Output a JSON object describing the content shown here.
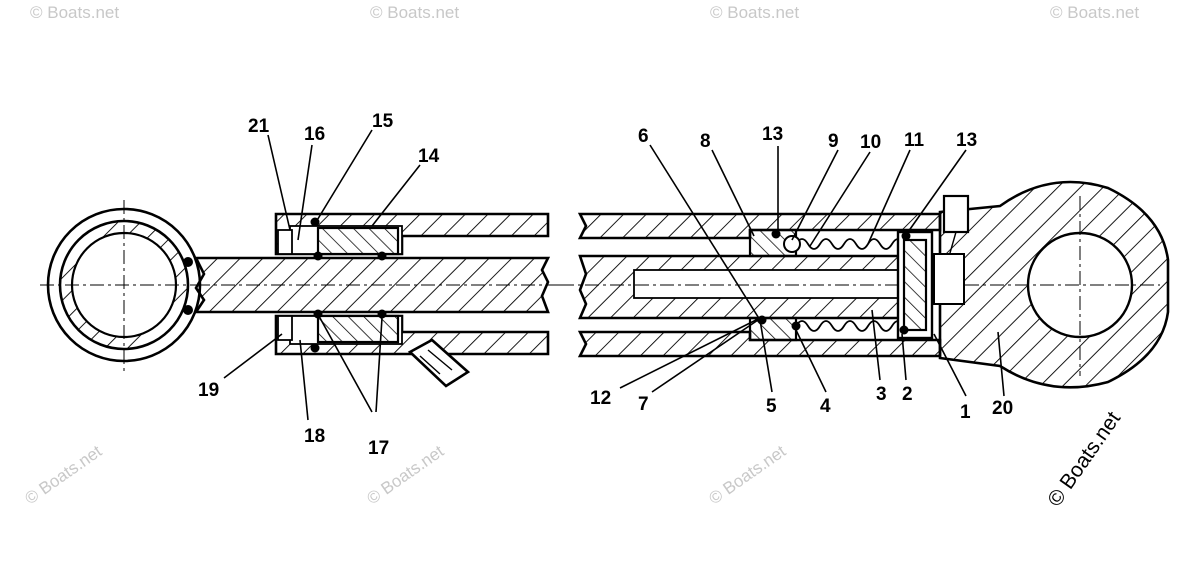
{
  "callouts": {
    "c1": "1",
    "c2": "2",
    "c3": "3",
    "c4": "4",
    "c5": "5",
    "c6": "6",
    "c7": "7",
    "c8": "8",
    "c9": "9",
    "c10": "10",
    "c11": "11",
    "c12": "12",
    "c13a": "13",
    "c13b": "13",
    "c14": "14",
    "c15": "15",
    "c16": "16",
    "c17": "17",
    "c18": "18",
    "c19": "19",
    "c20": "20",
    "c21": "21"
  },
  "watermark": {
    "text": "© Boats.net",
    "copyright": "© Boats.net"
  }
}
